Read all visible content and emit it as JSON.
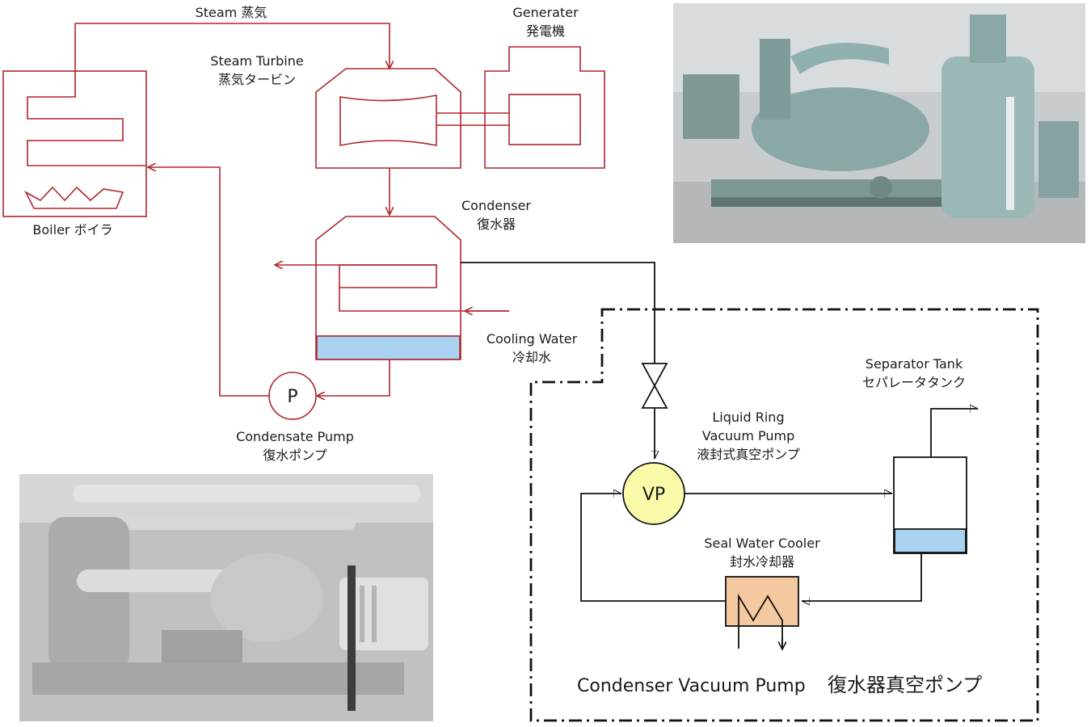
{
  "labels": {
    "steam": "Steam 蒸気",
    "generator_en": "Generater",
    "generator_jp": "発電機",
    "turbine_en": "Steam Turbine",
    "turbine_jp": "蒸気タービン",
    "boiler": "Boiler ボイラ",
    "condenser_en": "Condenser",
    "condenser_jp": "復水器",
    "cooling_en": "Cooling Water",
    "cooling_jp": "冷却水",
    "pump_symbol": "P",
    "condensate_en": "Condensate Pump",
    "condensate_jp": "復水ポンプ",
    "separator_en": "Separator Tank",
    "separator_jp": "セパレータタンク",
    "lrvp_en1": "Liquid Ring",
    "lrvp_en2": "Vacuum Pump",
    "lrvp_jp": "液封式真空ポンプ",
    "vp_symbol": "VP",
    "cooler_en": "Seal Water Cooler",
    "cooler_jp": "封水冷却器",
    "title_en": "Condenser Vacuum Pump",
    "title_jp": "復水器真空ポンプ"
  },
  "colors": {
    "steam_line": "#b0252d",
    "vacuum_line": "#111111",
    "water_fill": "#a9d3f0",
    "pump_fill": "#fafaa8",
    "cooler_fill": "#f5c9a0"
  }
}
